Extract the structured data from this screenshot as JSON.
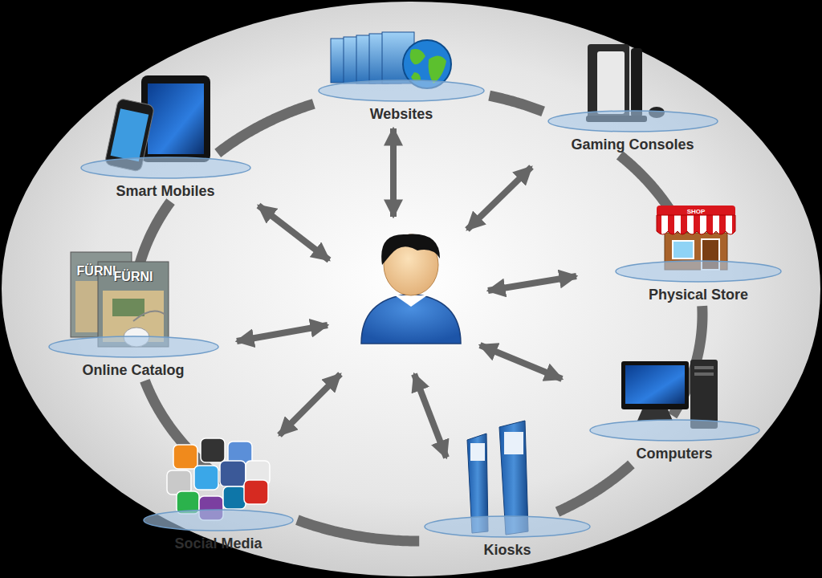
{
  "diagram": {
    "nodes": [
      {
        "text": [
          "Websites"
        ]
      },
      {
        "text": [
          "Gaming Consoles"
        ]
      },
      {
        "text": [
          "Physical Store"
        ]
      },
      {
        "text": [
          "Computers"
        ]
      },
      {
        "text": [
          "Kiosks"
        ]
      },
      {
        "text": [
          "Social Media"
        ]
      },
      {
        "text": [
          "Online Catalog"
        ]
      },
      {
        "text": [
          "Smart Mobiles"
        ]
      }
    ],
    "edges": [
      {
        "from": 0,
        "to": 1,
        "arrow": "none"
      },
      {
        "from": 1,
        "to": 2,
        "arrow": "none"
      },
      {
        "from": 2,
        "to": 3,
        "arrow": "none"
      },
      {
        "from": 3,
        "to": 4,
        "arrow": "none"
      },
      {
        "from": 4,
        "to": 5,
        "arrow": "none"
      },
      {
        "from": 5,
        "to": 6,
        "arrow": "none"
      },
      {
        "from": 6,
        "to": 7,
        "arrow": "none"
      },
      {
        "from": 7,
        "to": 0,
        "arrow": "none"
      }
    ],
    "labels": [
      "FÜRNI",
      "FÜRNI",
      "SHOP"
    ]
  }
}
